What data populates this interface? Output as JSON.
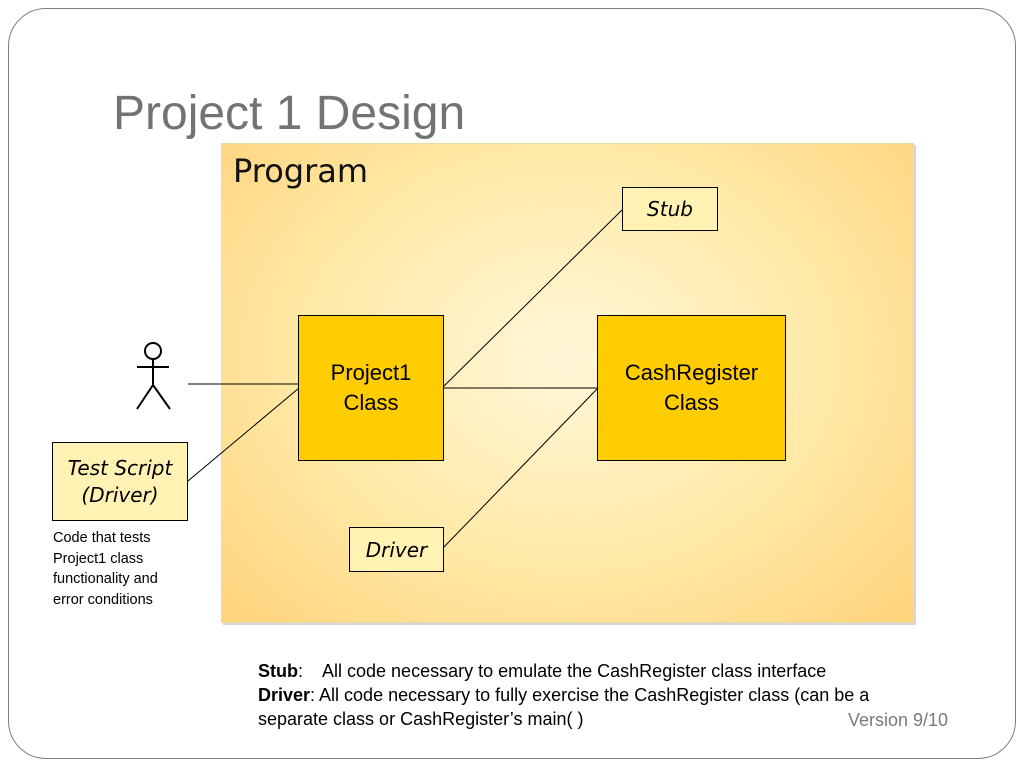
{
  "slide": {
    "title": "Project 1 Design",
    "program_label": "Program",
    "version": "Version 9/10"
  },
  "diagram": {
    "project1_class": [
      "Project1",
      "Class"
    ],
    "cashregister_class": [
      "CashRegister",
      "Class"
    ],
    "stub": "Stub",
    "driver": "Driver",
    "test_script": [
      "Test Script",
      "(Driver)"
    ],
    "test_script_note": [
      "Code that tests",
      "Project1 class",
      "functionality and",
      "error conditions"
    ]
  },
  "definitions": {
    "stub_term": "Stub",
    "stub_text": ":    All code necessary to emulate the CashRegister class interface",
    "driver_term": "Driver",
    "driver_text": ": All code necessary to fully exercise the CashRegister class (can be a separate class or CashRegister’s main( )"
  }
}
